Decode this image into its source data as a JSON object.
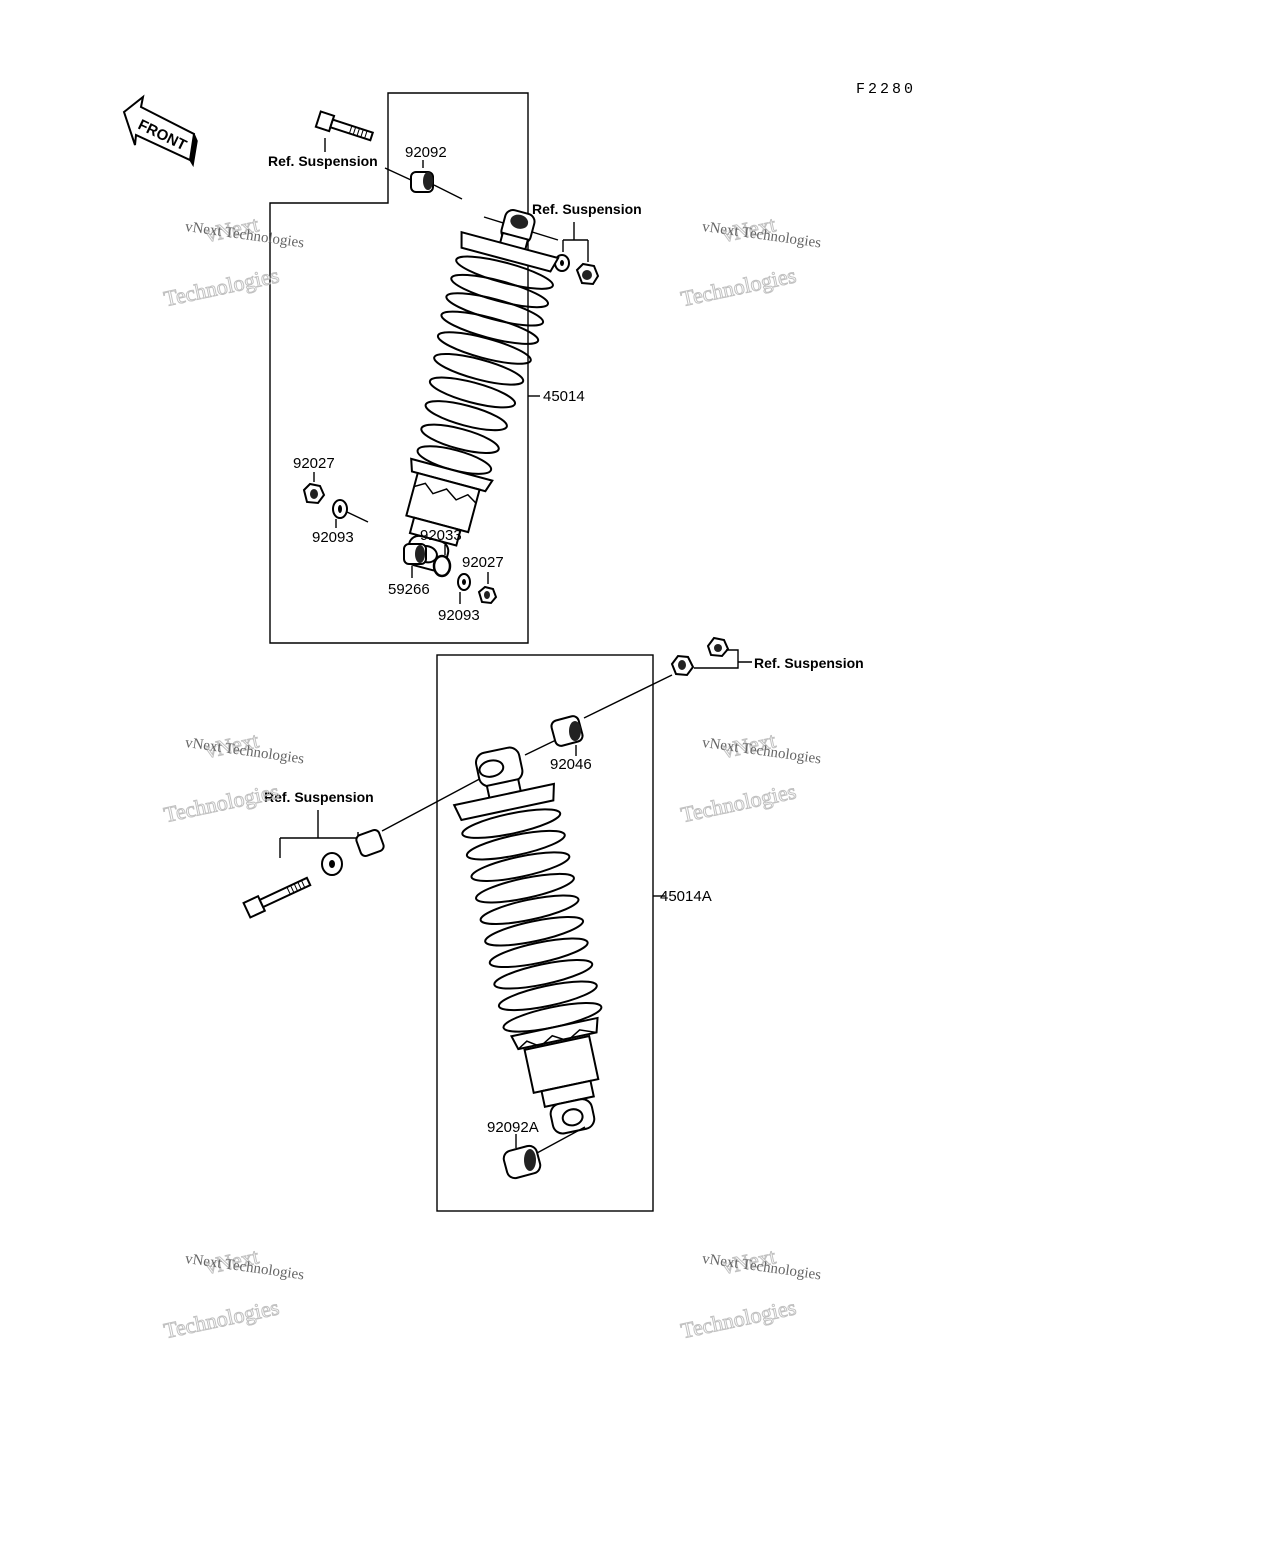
{
  "diagram": {
    "figure_code": "F2280",
    "front_arrow_label": "FRONT",
    "upper_assembly": {
      "assembly_number": "45014",
      "parts": {
        "top_collar": "92092",
        "bottom_nut_left": "92027",
        "bottom_washer_left": "92093",
        "bottom_spacer": "92033",
        "bottom_bushing": "59266",
        "bottom_nut_right": "92027",
        "bottom_washer_right": "92093"
      },
      "ref_bolt_label": "Ref. Suspension",
      "ref_nut_label": "Ref. Suspension"
    },
    "lower_assembly": {
      "assembly_number": "45014A",
      "parts": {
        "top_collar": "92046",
        "bottom_collar": "92092A"
      },
      "ref_top_label": "Ref. Suspension",
      "ref_bolt_label": "Ref. Suspension"
    }
  },
  "watermark": {
    "line1": "vNext",
    "line2": "vNext Technologies",
    "line3": "Technologies"
  }
}
